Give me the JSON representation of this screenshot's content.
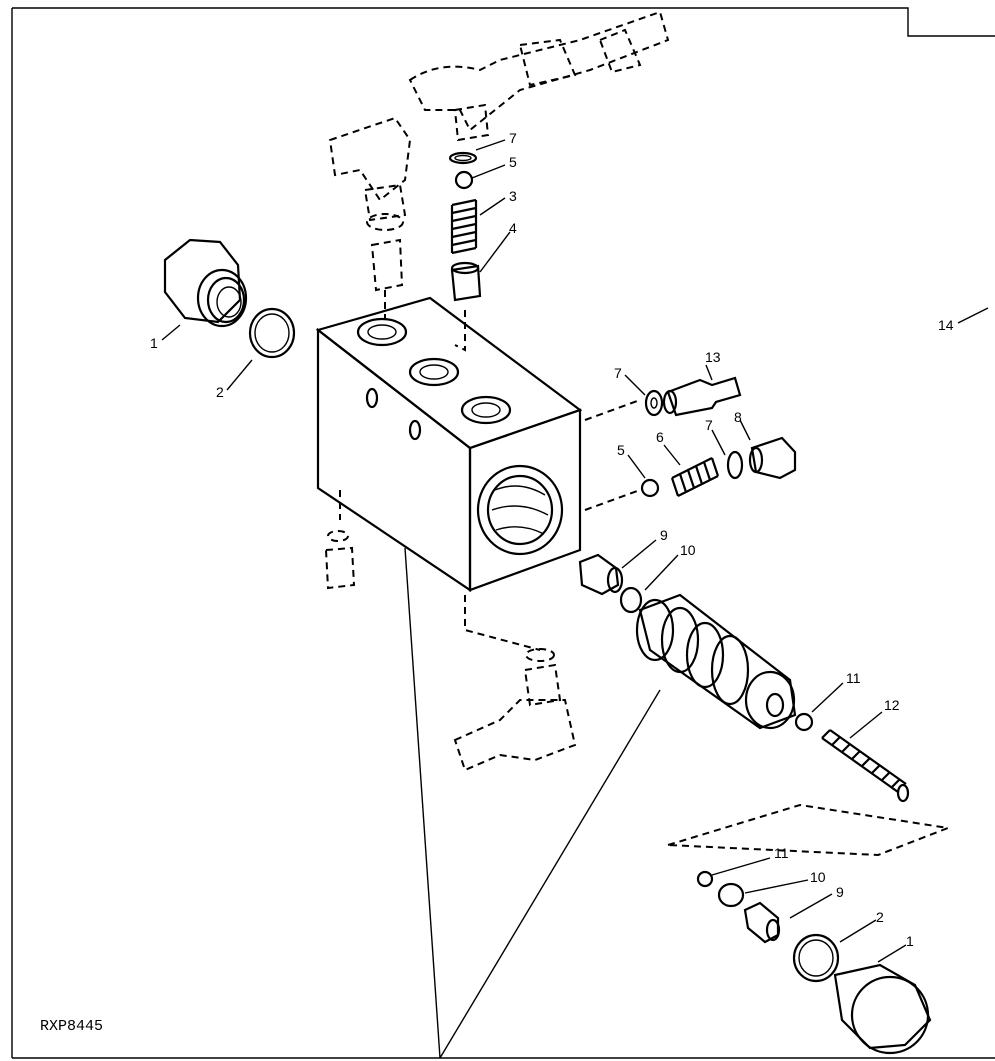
{
  "reference_code": "RXP8445",
  "callouts": [
    {
      "id": "c1a",
      "text": "1"
    },
    {
      "id": "c2a",
      "text": "2"
    },
    {
      "id": "c7a",
      "text": "7"
    },
    {
      "id": "c5a",
      "text": "5"
    },
    {
      "id": "c3",
      "text": "3"
    },
    {
      "id": "c4",
      "text": "4"
    },
    {
      "id": "c13",
      "text": "13"
    },
    {
      "id": "c7b",
      "text": "7"
    },
    {
      "id": "c8",
      "text": "8"
    },
    {
      "id": "c6",
      "text": "6"
    },
    {
      "id": "c7c",
      "text": "7"
    },
    {
      "id": "c5b",
      "text": "5"
    },
    {
      "id": "c9a",
      "text": "9"
    },
    {
      "id": "c10a",
      "text": "10"
    },
    {
      "id": "c11a",
      "text": "11"
    },
    {
      "id": "c12",
      "text": "12"
    },
    {
      "id": "c14",
      "text": "14"
    },
    {
      "id": "c11b",
      "text": "11"
    },
    {
      "id": "c10b",
      "text": "10"
    },
    {
      "id": "c9b",
      "text": "9"
    },
    {
      "id": "c2b",
      "text": "2"
    },
    {
      "id": "c1b",
      "text": "1"
    }
  ]
}
